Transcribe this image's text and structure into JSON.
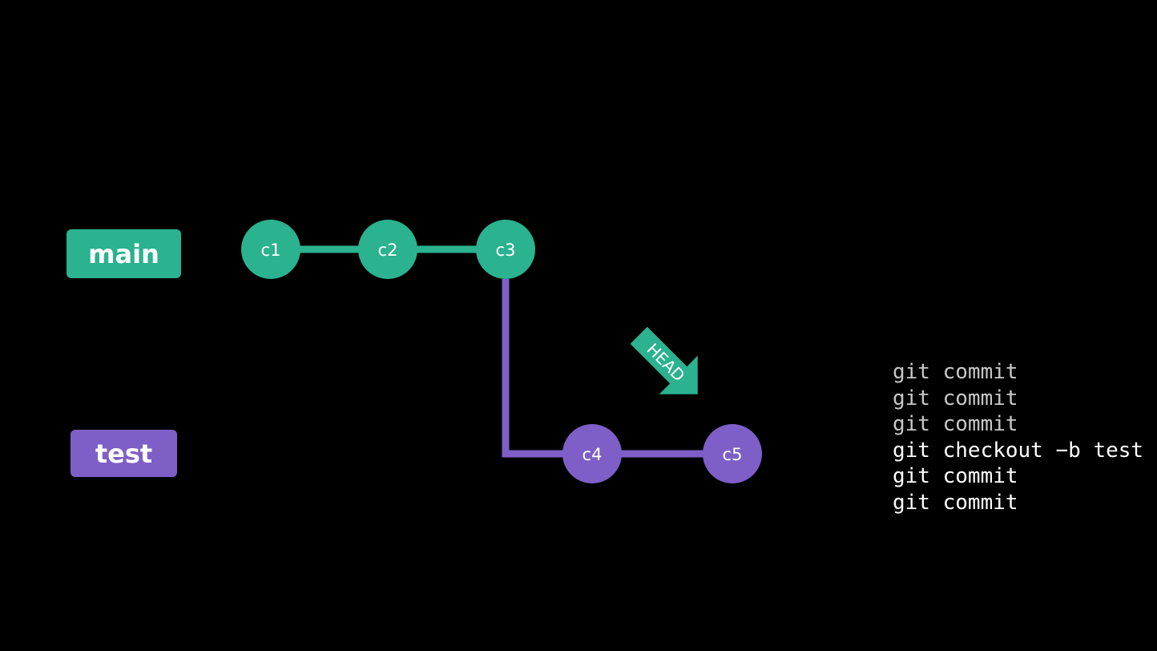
{
  "colors": {
    "background": "#000000",
    "main_branch": "#2bb28f",
    "test_branch": "#7e5fc7",
    "command_past": "#c8c8c8",
    "command_current": "#ffffff"
  },
  "branches": {
    "main": {
      "label": "main",
      "color": "#2bb28f"
    },
    "test": {
      "label": "test",
      "color": "#7e5fc7"
    }
  },
  "commits": [
    {
      "id": "c1",
      "label": "c1",
      "branch": "main"
    },
    {
      "id": "c2",
      "label": "c2",
      "branch": "main"
    },
    {
      "id": "c3",
      "label": "c3",
      "branch": "main"
    },
    {
      "id": "c4",
      "label": "c4",
      "branch": "test"
    },
    {
      "id": "c5",
      "label": "c5",
      "branch": "test"
    }
  ],
  "edges": [
    {
      "from": "c1",
      "to": "c2",
      "branch": "main"
    },
    {
      "from": "c2",
      "to": "c3",
      "branch": "main"
    },
    {
      "from": "c3",
      "to": "c4",
      "branch": "test"
    },
    {
      "from": "c4",
      "to": "c5",
      "branch": "test"
    }
  ],
  "head": {
    "label": "HEAD",
    "points_to": "c5",
    "icon": "arrow-icon"
  },
  "commands": [
    {
      "text": "git commit",
      "state": "past"
    },
    {
      "text": "git commit",
      "state": "past"
    },
    {
      "text": "git commit",
      "state": "past"
    },
    {
      "text": "git checkout −b test",
      "state": "current"
    },
    {
      "text": "git commit",
      "state": "current"
    },
    {
      "text": "git commit",
      "state": "current"
    }
  ]
}
